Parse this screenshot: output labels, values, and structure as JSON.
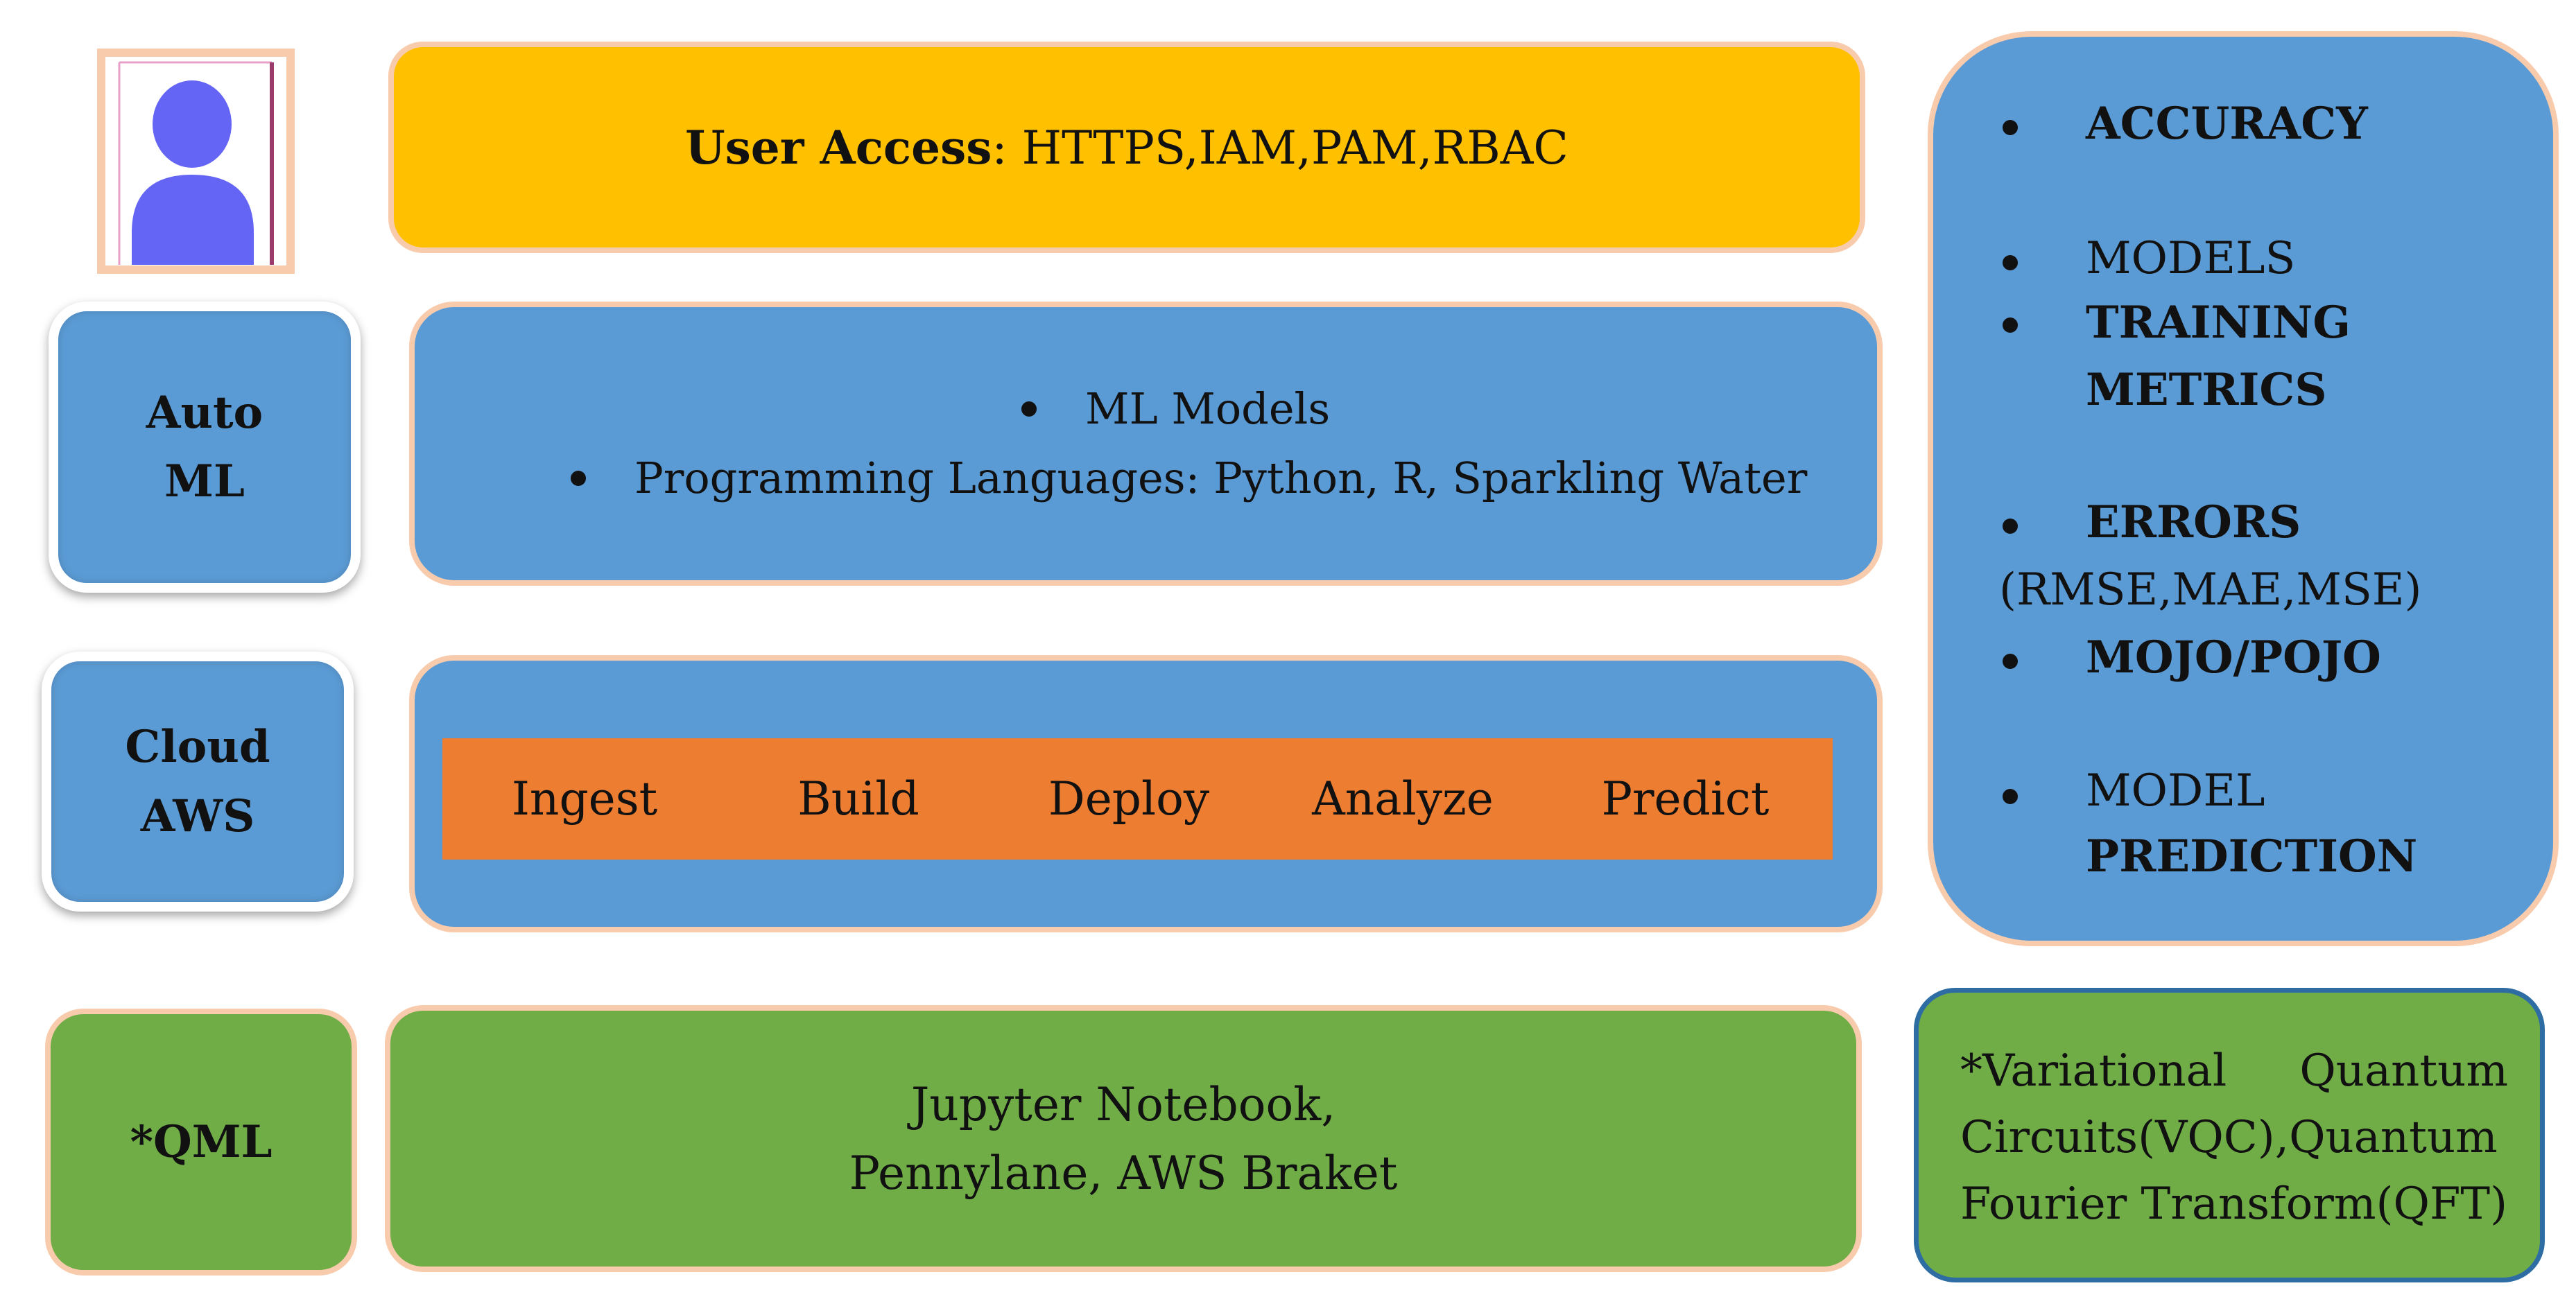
{
  "user_access": {
    "label": "User Access",
    "value": ": HTTPS,IAM,PAM,RBAC"
  },
  "auto_ml": {
    "label_line1": "Auto",
    "label_line2": "ML",
    "bullets": [
      "ML Models",
      "Programming Languages: Python, R, Sparkling Water"
    ]
  },
  "cloud": {
    "label_line1": "Cloud",
    "label_line2": "AWS",
    "stages": [
      "Ingest",
      "Build",
      "Deploy",
      "Analyze",
      "Predict"
    ]
  },
  "qml": {
    "label": "*QML",
    "line1": "Jupyter Notebook,",
    "line2": "Pennylane, AWS Braket"
  },
  "metrics": {
    "accuracy": "ACCURACY",
    "models": "MODELS",
    "training_1": "TRAINING",
    "training_2": "METRICS",
    "errors": "ERRORS",
    "errors_detail": "(RMSE,MAE,MSE)",
    "mojo": "MOJO/POJO",
    "model": "MODEL",
    "prediction": "PREDICTION"
  },
  "vqc": {
    "text": "*Variational Quantum Circuits(VQC),Quantum Fourier Transform(QFT)"
  },
  "colors": {
    "blue": "#5b9bd5",
    "green": "#70ad47",
    "orange": "#ed7d31",
    "yellow": "#ffc000",
    "peach": "#f8cbad",
    "user_icon": "#6464f5"
  },
  "icons": {
    "user": "user-icon"
  }
}
